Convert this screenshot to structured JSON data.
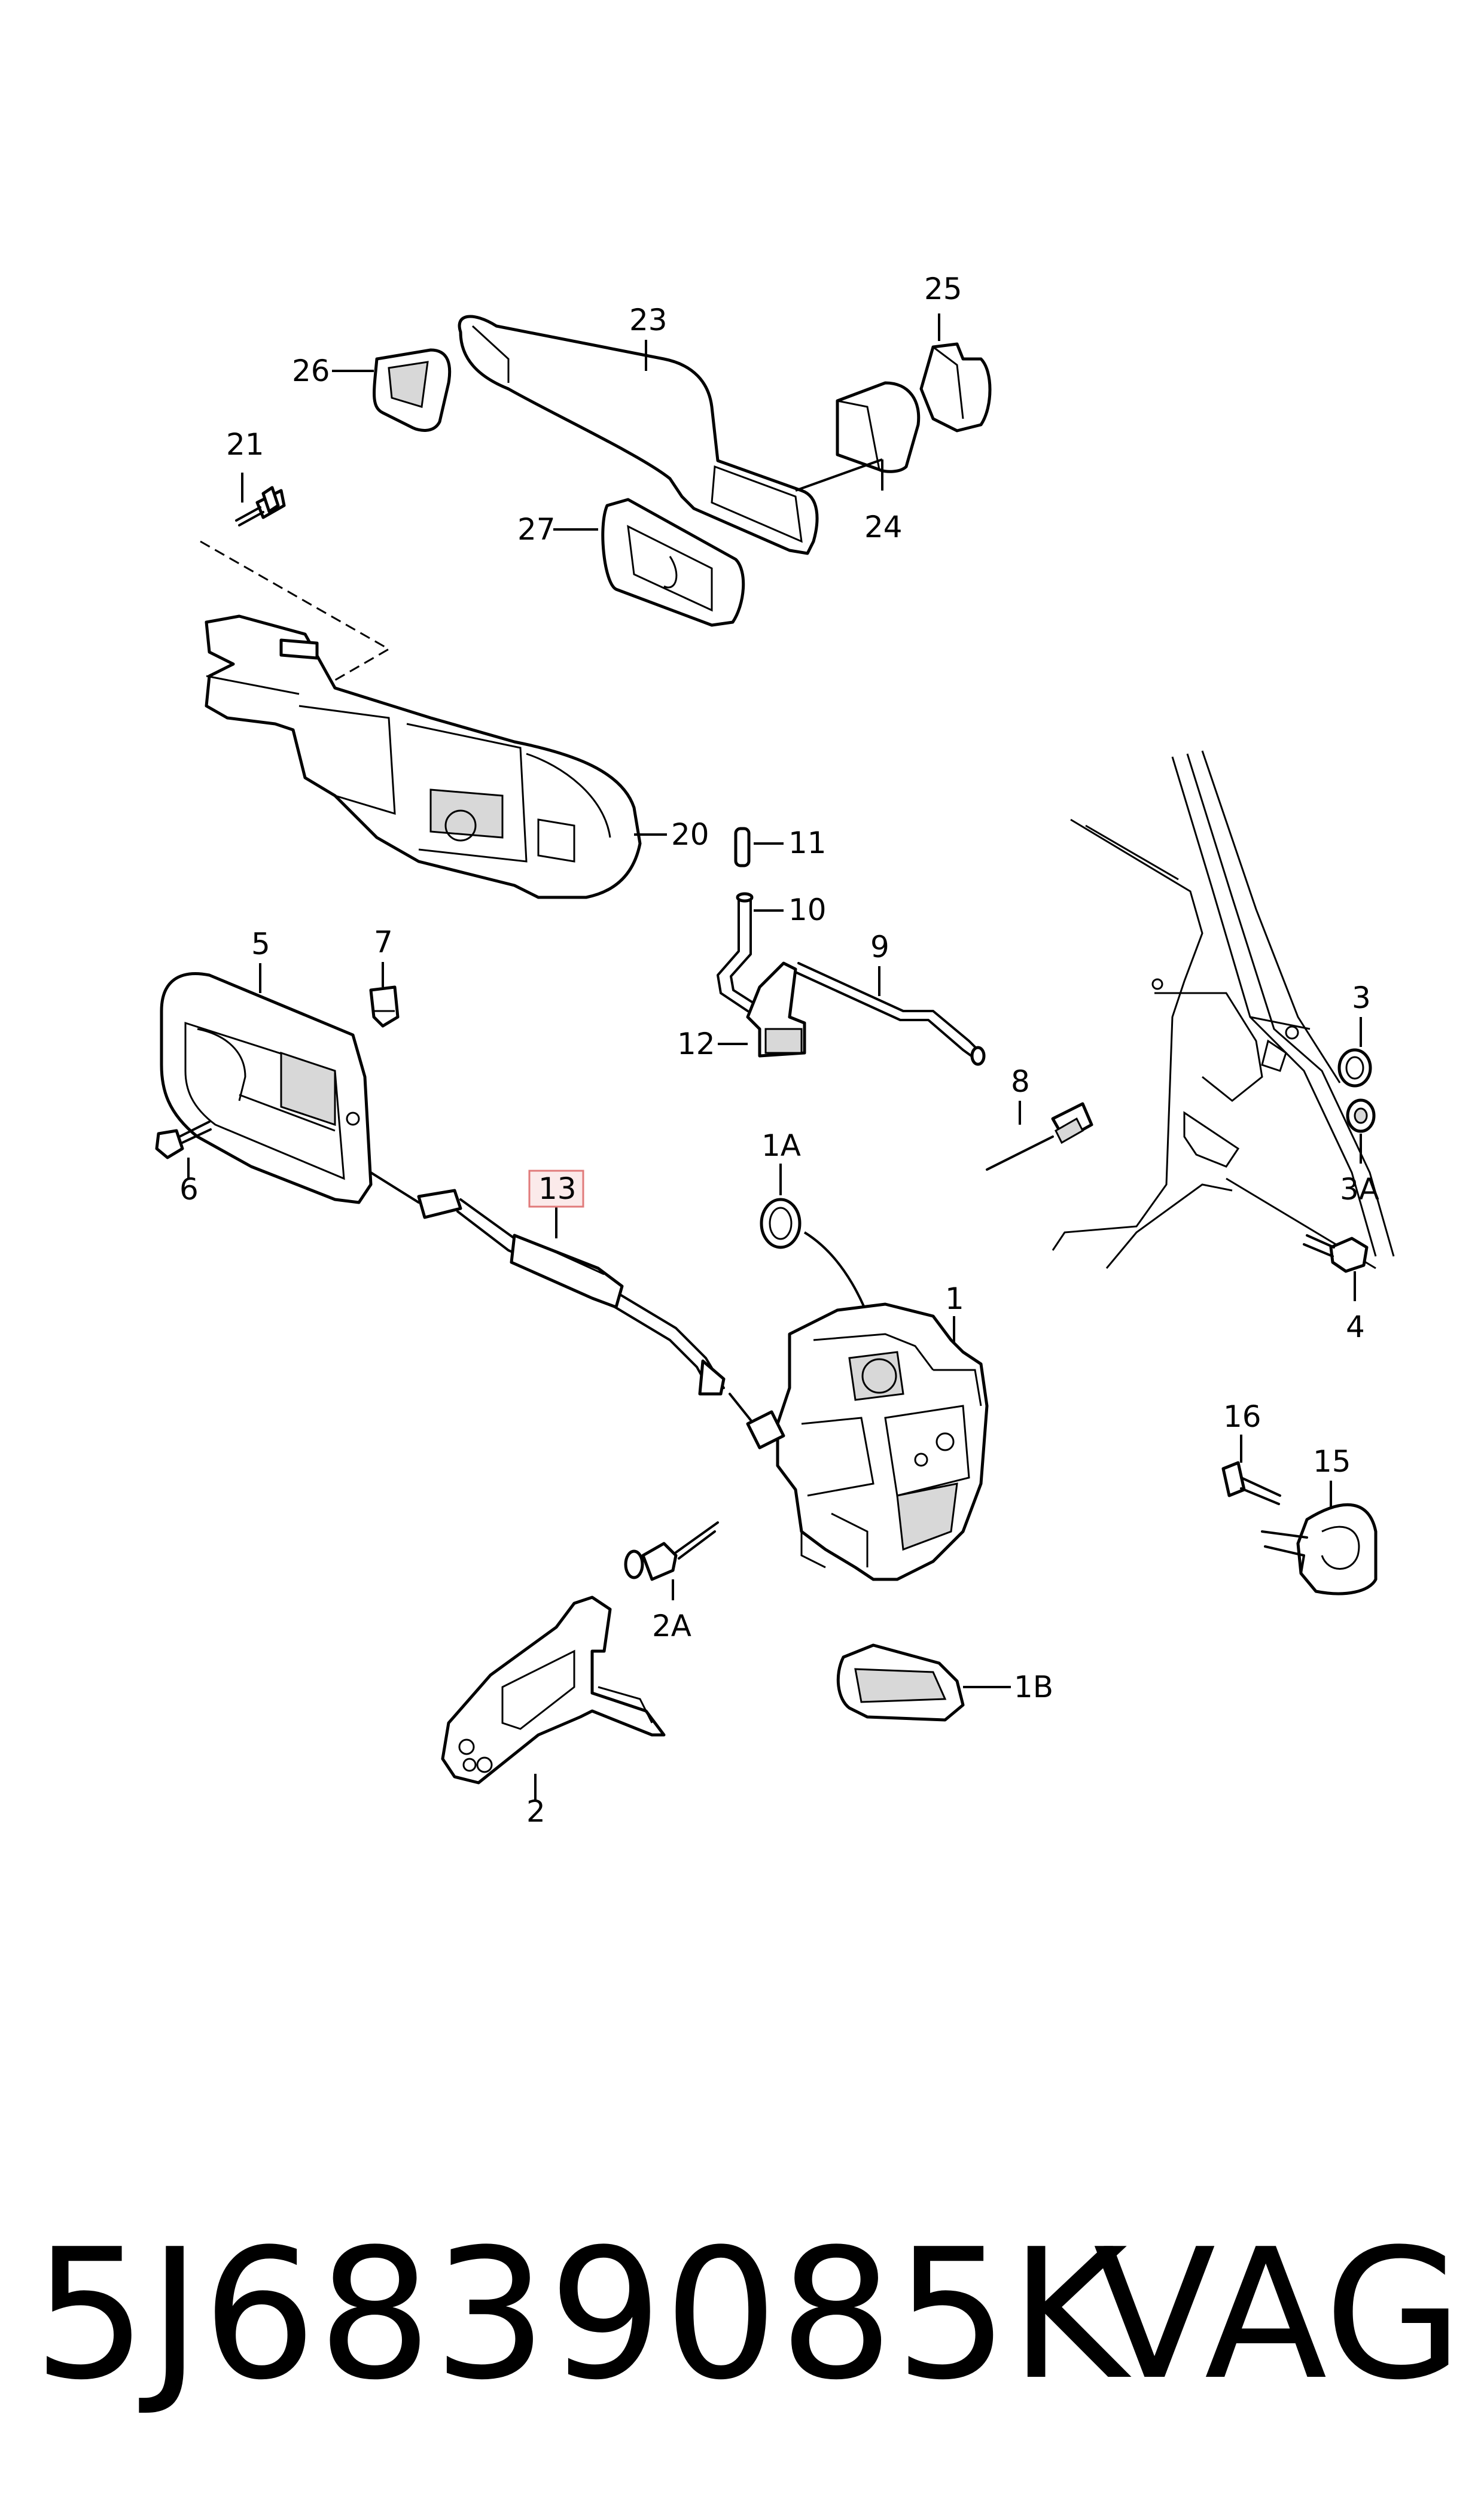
{
  "footer": {
    "part_number": "5J6839085K",
    "brand": "VAG"
  },
  "callouts": {
    "c1": "1",
    "c1A": "1A",
    "c1B": "1B",
    "c2": "2",
    "c2A": "2A",
    "c3": "3",
    "c3A": "3A",
    "c4": "4",
    "c5": "5",
    "c6": "6",
    "c7": "7",
    "c8": "8",
    "c9": "9",
    "c10": "10",
    "c11": "11",
    "c12": "12",
    "c13": "13",
    "c15": "15",
    "c16": "16",
    "c20": "20",
    "c21": "21",
    "c23": "23",
    "c24": "24",
    "c25": "25",
    "c26": "26",
    "c27": "27"
  },
  "colors": {
    "line": "#000000",
    "background": "#ffffff",
    "highlight_box": "#e07a7a",
    "highlight_fill": "#fbeaea"
  }
}
